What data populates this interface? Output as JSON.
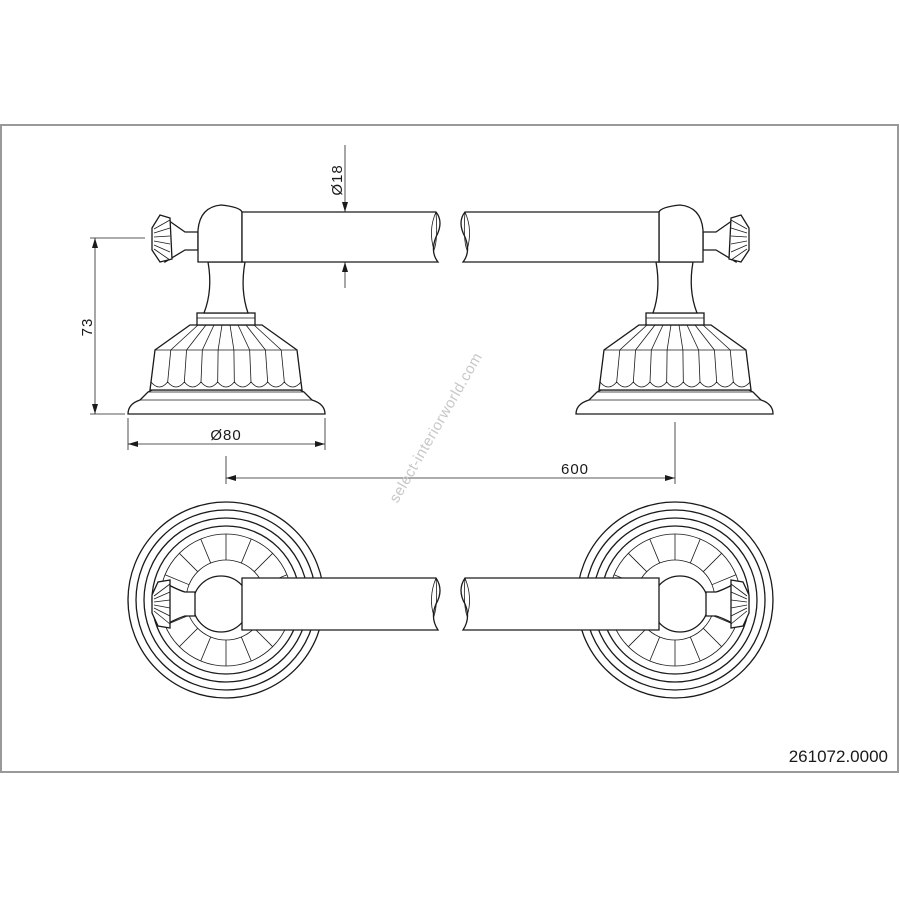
{
  "drawing": {
    "part_number": "261072.0000",
    "watermark": "select-interiorworld.com",
    "dimensions": {
      "bar_diameter": "Ø18",
      "height": "73",
      "base_diameter": "Ø80",
      "center_distance": "600"
    }
  }
}
